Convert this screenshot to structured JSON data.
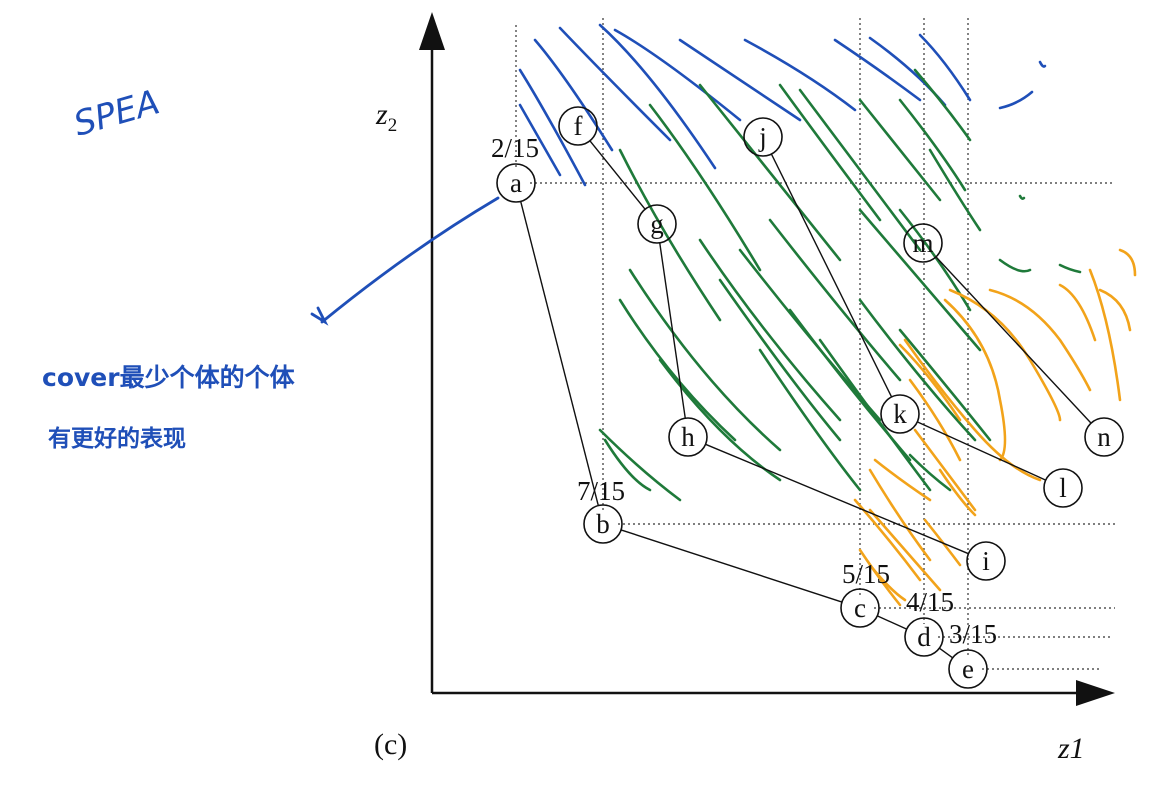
{
  "figure": {
    "panel_label": "(c)",
    "x_axis_label": "z1",
    "y_axis_label_base": "z",
    "y_axis_label_sub": "2"
  },
  "annotations": {
    "title": "SPEA",
    "note_line1": "cover最少个体的个体",
    "note_line2": "有更好的表现"
  },
  "nodes": [
    {
      "id": "a",
      "label": "a",
      "fitness": "2/15"
    },
    {
      "id": "b",
      "label": "b",
      "fitness": "7/15"
    },
    {
      "id": "c",
      "label": "c",
      "fitness": "5/15"
    },
    {
      "id": "d",
      "label": "d",
      "fitness": "4/15"
    },
    {
      "id": "e",
      "label": "e",
      "fitness": "3/15"
    },
    {
      "id": "f",
      "label": "f"
    },
    {
      "id": "g",
      "label": "g"
    },
    {
      "id": "h",
      "label": "h"
    },
    {
      "id": "i",
      "label": "i"
    },
    {
      "id": "j",
      "label": "j"
    },
    {
      "id": "k",
      "label": "k"
    },
    {
      "id": "l",
      "label": "l"
    },
    {
      "id": "m",
      "label": "m"
    },
    {
      "id": "n",
      "label": "n"
    }
  ],
  "edges": [
    [
      "a",
      "b"
    ],
    [
      "b",
      "c"
    ],
    [
      "c",
      "d"
    ],
    [
      "d",
      "e"
    ],
    [
      "f",
      "g"
    ],
    [
      "g",
      "h"
    ],
    [
      "h",
      "i"
    ],
    [
      "j",
      "k"
    ],
    [
      "k",
      "l"
    ],
    [
      "m",
      "n"
    ]
  ],
  "colors": {
    "ink": "#111111",
    "blue_pen": "#1f4fb8",
    "green_pen": "#1f7a3a",
    "orange_pen": "#f2a31a"
  }
}
